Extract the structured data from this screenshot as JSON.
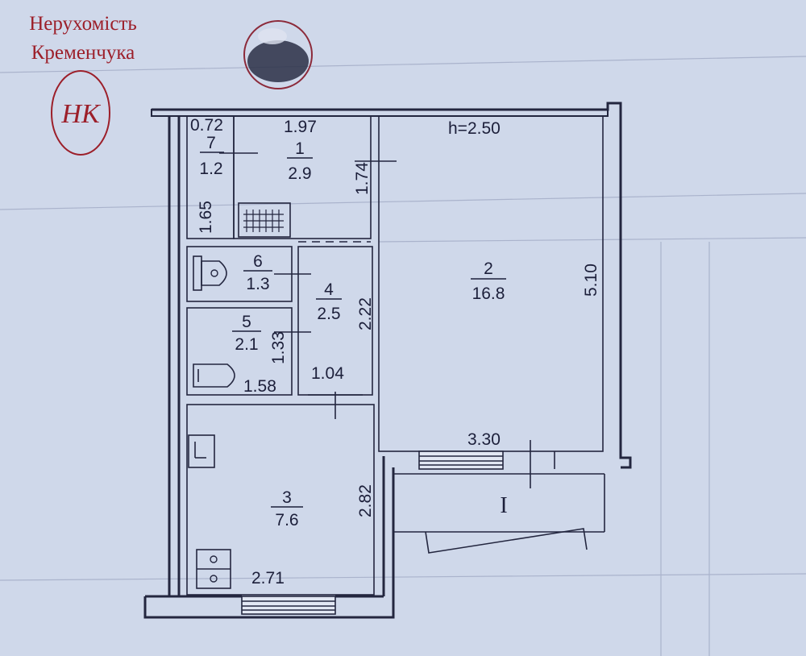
{
  "agency": {
    "line1": "Нерухомість",
    "line2": "Кременчука",
    "monogram": "НК",
    "logo_color": "#9c1f2a"
  },
  "plan": {
    "ceiling_height": "h=2.50",
    "rooms": [
      {
        "id": "1",
        "area": "2.9"
      },
      {
        "id": "2",
        "area": "16.8"
      },
      {
        "id": "3",
        "area": "7.6"
      },
      {
        "id": "4",
        "area": "2.5"
      },
      {
        "id": "5",
        "area": "2.1"
      },
      {
        "id": "6",
        "area": "1.3"
      },
      {
        "id": "7",
        "area": "1.2"
      }
    ],
    "dimensions": {
      "d072": "0.72",
      "d197": "1.97",
      "d174": "1.74",
      "d165": "1.65",
      "d510": "5.10",
      "d222": "2.22",
      "d133": "1.33",
      "d158": "1.58",
      "d104": "1.04",
      "d330": "3.30",
      "d282": "2.82",
      "d271": "2.71"
    },
    "balcony_label": "I"
  }
}
